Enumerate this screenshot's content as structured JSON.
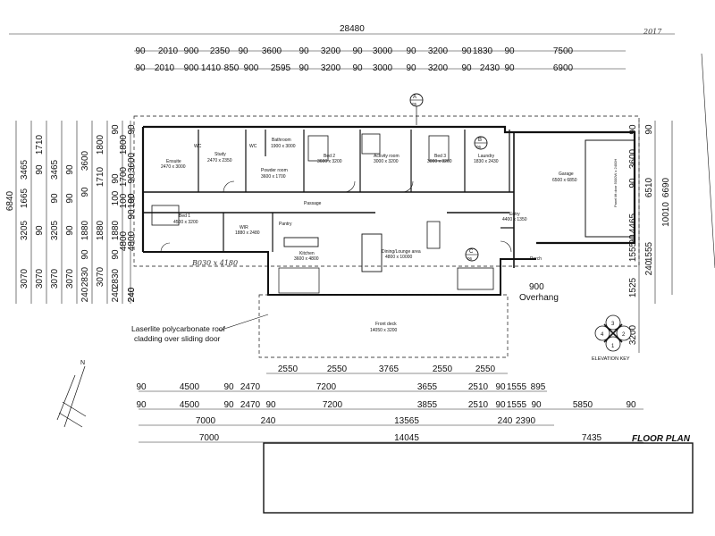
{
  "top_dims": {
    "overall": "28480",
    "row1": [
      "90",
      "2010",
      "900",
      "2350",
      "90",
      "3600",
      "90",
      "3200",
      "90",
      "3000",
      "90",
      "3200",
      "90",
      "1830",
      "90",
      "7500"
    ],
    "row2": [
      "90",
      "2010",
      "900",
      "1410",
      "850",
      "900",
      "2595",
      "90",
      "3200",
      "90",
      "3000",
      "90",
      "3200",
      "90",
      "2430",
      "90",
      "6900"
    ]
  },
  "left_dims": {
    "overall": "6840",
    "c1": [
      "3465",
      "1665",
      "3205",
      "3070"
    ],
    "c2": [
      "1710",
      "90",
      "90",
      "3070"
    ],
    "c3": [
      "3465",
      "90",
      "3205",
      "3070"
    ],
    "c4": [
      "90",
      "90",
      "90",
      "3070"
    ],
    "c5": [
      "3600",
      "90",
      "1880",
      "90",
      "2830",
      "240"
    ],
    "c6": [
      "1800",
      "1710",
      "1880",
      "3070"
    ],
    "c7": [
      "90",
      "90",
      "100",
      "1880",
      "90",
      "2830",
      "240"
    ],
    "c8": [
      "1800",
      "1700",
      "100",
      "4800"
    ],
    "c9": [
      "90",
      "90",
      "90",
      "90",
      "240"
    ],
    "c10": [
      "3600",
      "100",
      "4800",
      "240"
    ]
  },
  "right_dims": {
    "c1": [
      "90",
      "3600",
      "90",
      "4465",
      "90",
      "1555",
      "1525",
      "3200"
    ],
    "c2": [
      "90",
      "6510",
      "1555",
      "240"
    ],
    "c3": [
      "6690",
      "10010"
    ]
  },
  "bottom_dims": {
    "row_a": [
      "2550",
      "2550",
      "3765",
      "2550",
      "2550"
    ],
    "row_b": [
      "90",
      "4500",
      "90",
      "2470",
      "7200",
      "3655",
      "2510",
      "90",
      "1555",
      "895"
    ],
    "row_c": [
      "90",
      "4500",
      "90",
      "2470",
      "90",
      "7200",
      "3855",
      "2510",
      "90",
      "1555",
      "90",
      "5850",
      "90"
    ],
    "row_d": [
      "7000",
      "240",
      "13565",
      "240",
      "2390"
    ],
    "row_e": [
      "7000",
      "14045",
      "7435"
    ]
  },
  "rooms": {
    "ensuite": {
      "name": "Ensuite",
      "size": "2470 x 3000"
    },
    "study": {
      "name": "Study",
      "size": "2470 x 2350"
    },
    "wc": "WC",
    "bathroom": {
      "name": "Bathroom",
      "size": "1900 x 3000"
    },
    "powder": {
      "name": "Powder room",
      "size": "3600 x 1700"
    },
    "bed2": {
      "name": "Bed 2",
      "size": "3600 x 3200"
    },
    "activity": {
      "name": "Activity room",
      "size": "3000 x 3200"
    },
    "bed3": {
      "name": "Bed 3",
      "size": "3000 x 3200"
    },
    "laundry": {
      "name": "Laundry",
      "size": "1830 x 2430"
    },
    "garage": {
      "name": "Garage",
      "size": "6500 x 6850"
    },
    "garage_door": "Panel lift door 5000W x 2400H",
    "passage": "Passage",
    "bed1": {
      "name": "Bed 1",
      "size": "4500 x 3200"
    },
    "wir": {
      "name": "WIR",
      "size": "1880 x 2480"
    },
    "pantry": "Pantry",
    "kitchen": {
      "name": "Kitchen",
      "size": "3600 x 4800"
    },
    "dining": {
      "name": "Dining/Lounge area",
      "size": "4800 x 10000"
    },
    "entry": {
      "name": "Entry",
      "size": "4400 x 1350"
    },
    "porch": "Porch",
    "front_deck": {
      "name": "Front deck",
      "size": "14050 x 3200"
    }
  },
  "markers": {
    "a": {
      "letter": "A",
      "num": "05"
    },
    "b": {
      "letter": "B",
      "num": "06"
    },
    "c": {
      "letter": "C",
      "num": "06"
    }
  },
  "annotations": {
    "overhang_val": "900",
    "overhang": "Overhang",
    "roof_line1": "Laserlite polycarbonate roof",
    "roof_line2": "cladding over sliding door",
    "elevation_key": "ELEVATION KEY",
    "elev_nums": [
      "3",
      "4",
      "2",
      "1"
    ],
    "handwritten": "B030 x 4180",
    "corner_note": "2017",
    "floor_plan": "FLOOR PLAN"
  }
}
